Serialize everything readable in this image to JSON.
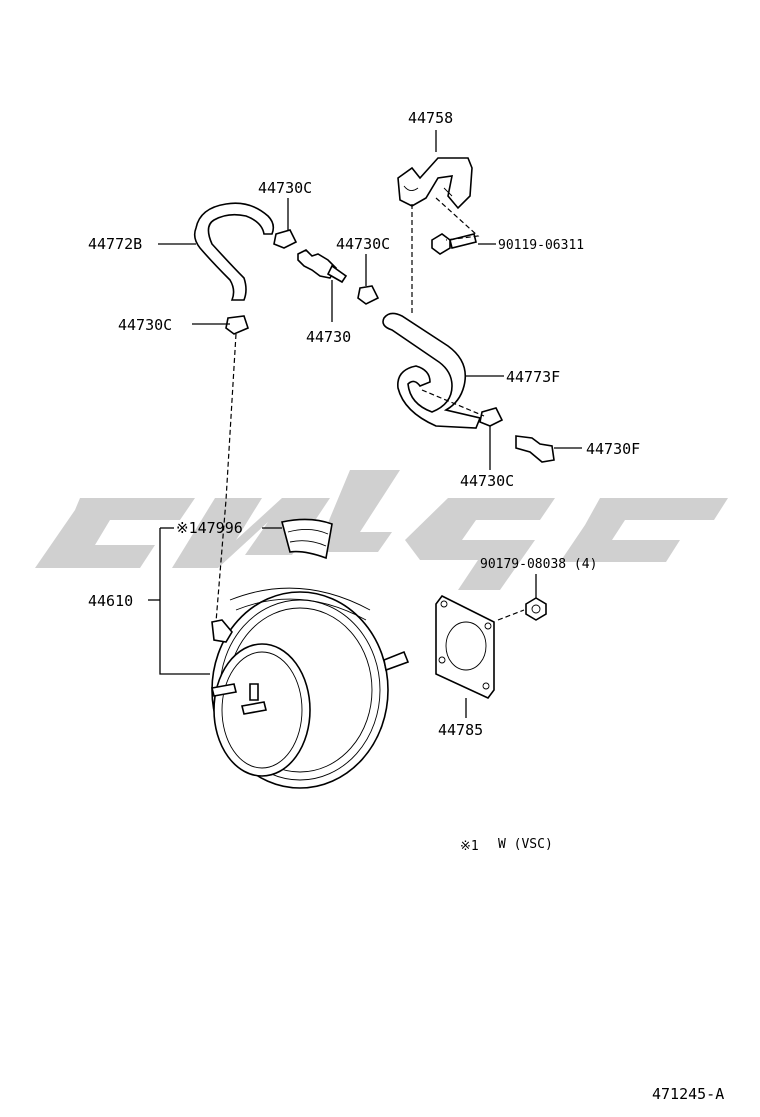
{
  "diagram": {
    "parts": {
      "bracket": "44758",
      "bolt": "90119-06311",
      "clamp_hose_top": "44730C",
      "hose_left": "44772B",
      "clamp_check_valve": "44730C",
      "check_valve": "44730",
      "clamp_left_lower": "44730C",
      "hose_right": "44773F",
      "union_fitting": "44730F",
      "clamp_right_lower": "44730C",
      "seal_note": "※147996",
      "booster": "44610",
      "nut": "90179-08038 (4)",
      "gasket": "44785"
    },
    "footnote": {
      "mark": "※1",
      "text": "W (VSC)"
    },
    "illustration_number": "471245-A"
  },
  "colors": {
    "watermark": "#d0d0d0",
    "line": "#000000"
  }
}
